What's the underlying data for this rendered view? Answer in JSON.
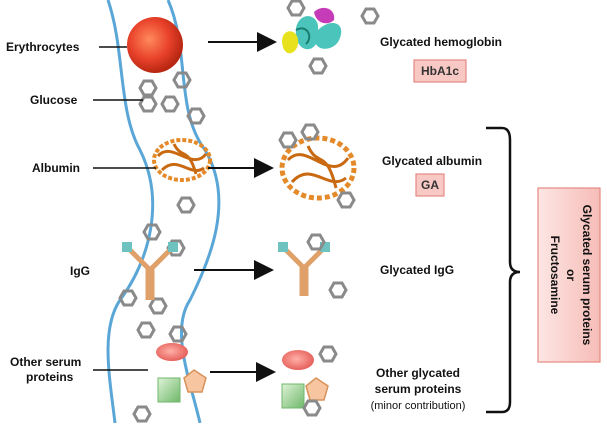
{
  "left_labels": {
    "erythrocytes": "Erythrocytes",
    "glucose": "Glucose",
    "albumin": "Albumin",
    "igg": "IgG",
    "other_line1": "Other serum",
    "other_line2": "proteins"
  },
  "right_labels": {
    "hemoglobin": "Glycated hemoglobin",
    "hemoglobin_tag": "HbA1c",
    "albumin": "Glycated albumin",
    "albumin_tag": "GA",
    "igg": "Glycated IgG",
    "other_line1": "Other glycated",
    "other_line2": "serum proteins",
    "other_note": "(minor contribution)"
  },
  "side_box": {
    "line1": "Glycated serum proteins",
    "line2": "or",
    "line3": "Fructosamine"
  },
  "colors": {
    "vessel": "#5aa6d6",
    "erythrocyte": "#e8412a",
    "tag_fill": "#f8c9c4",
    "tag_border": "#e58a83",
    "albumin": "#e48a2a",
    "igg_stroke": "#e0a06a",
    "igg_tip": "#6ec3c0",
    "hexagon": "#888888"
  }
}
